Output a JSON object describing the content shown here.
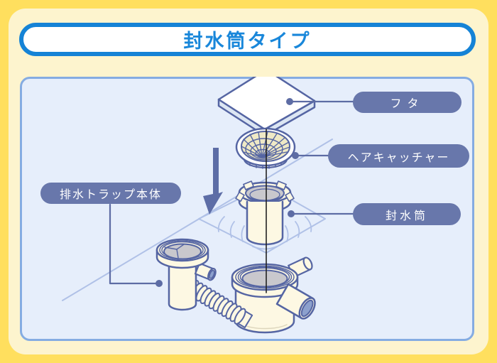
{
  "title": "封水筒タイプ",
  "diagram": {
    "labels": {
      "lid": "フタ",
      "hair_catcher": "ヘアキャッチャー",
      "seal_cylinder": "封水筒",
      "trap_body": "排水トラップ本体"
    },
    "icons": {
      "down_arrow": "down-arrow-icon"
    },
    "colors": {
      "outer_background": "#FFDF5E",
      "inner_panel": "#FDF4CE",
      "diagram_panel_fill": "#E6EEFB",
      "diagram_panel_border": "#85ACE2",
      "title_border": "#1583D6",
      "title_text": "#1987DA",
      "label_pill": "#6877AB",
      "part_outline": "#5565A3",
      "part_fill": "#FDF8E3",
      "mesh_fill": "#EFE9C5",
      "interior_gray": "#C9C8CD",
      "pipe_opening": "#8CA0CD",
      "floor_line": "#B0C1E7",
      "leader_line": "#5D6CA4"
    }
  }
}
